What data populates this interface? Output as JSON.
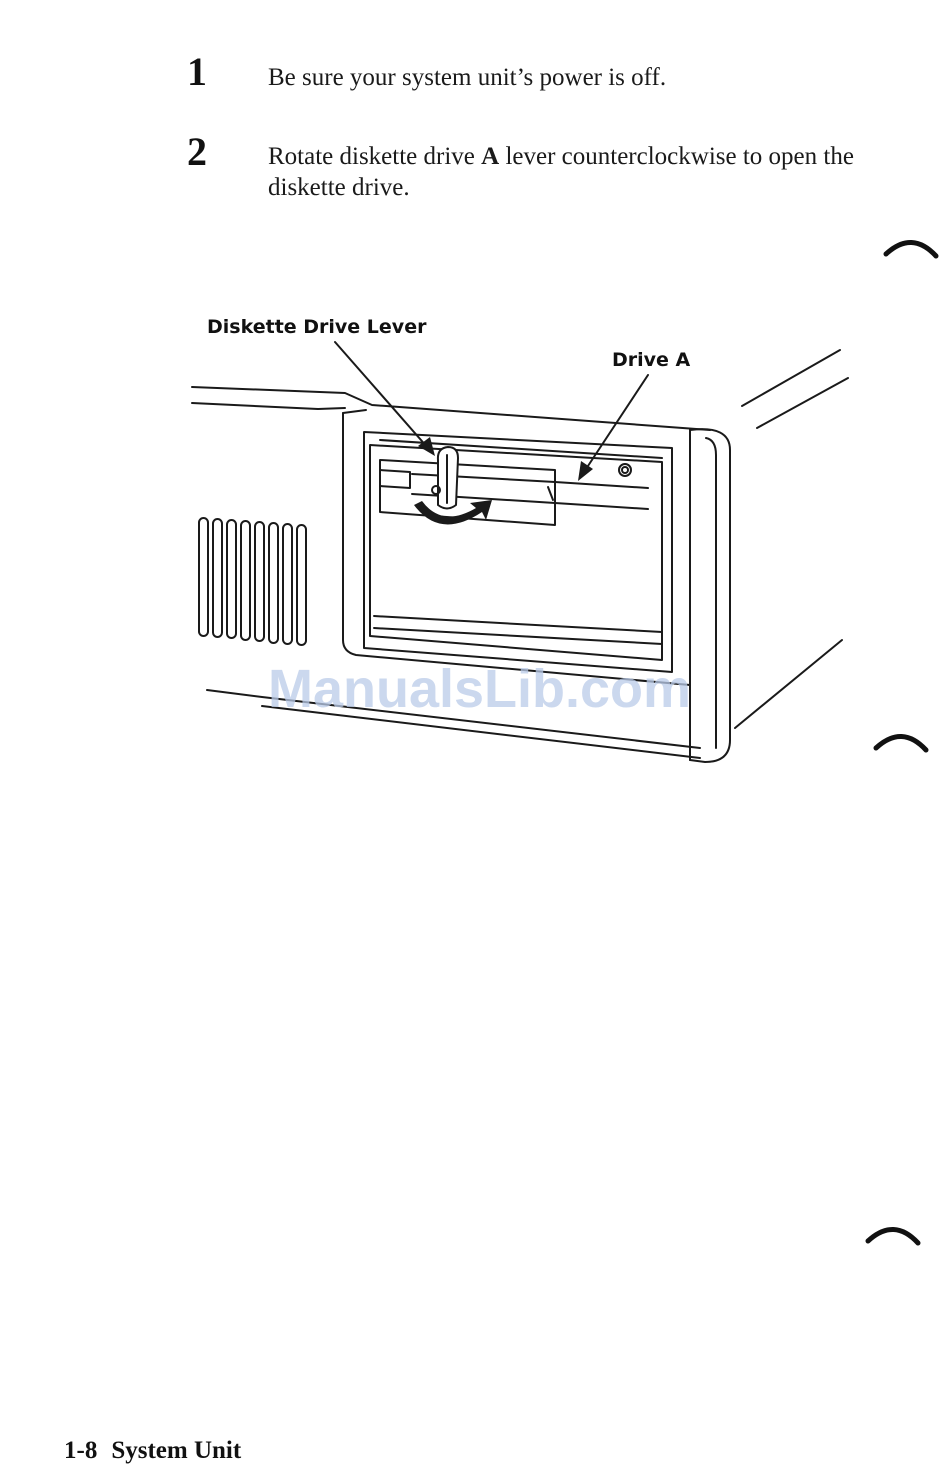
{
  "steps": [
    {
      "number": "1",
      "text": "Be sure your system unit’s power is off."
    },
    {
      "number": "2",
      "text_before": "Rotate diskette drive ",
      "text_bold": "A",
      "text_after": " lever counterclockwise to open the diskette drive."
    }
  ],
  "figure": {
    "callouts": {
      "lever": "Diskette Drive Lever",
      "drive": "Drive A"
    }
  },
  "watermark": "ManualsLib.com",
  "footer": {
    "page_number": "1-8",
    "section": "System Unit"
  }
}
